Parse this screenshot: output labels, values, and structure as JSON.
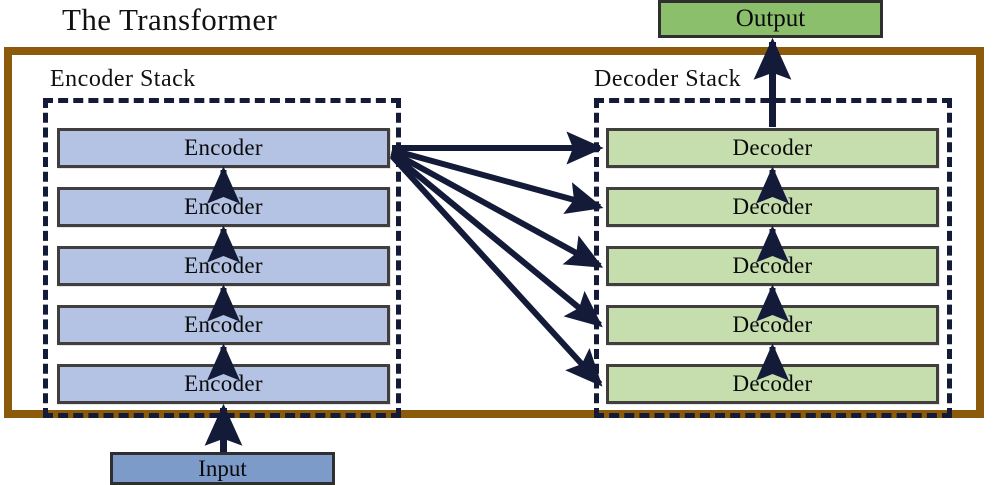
{
  "diagram": {
    "title": "The Transformer",
    "type": "architecture-block-diagram"
  },
  "labels": {
    "encoder_stack": "Encoder Stack",
    "decoder_stack": "Decoder Stack"
  },
  "io": {
    "input": "Input",
    "output": "Output"
  },
  "encoder_stack": {
    "count": 5,
    "layers": [
      {
        "label": "Encoder"
      },
      {
        "label": "Encoder"
      },
      {
        "label": "Encoder"
      },
      {
        "label": "Encoder"
      },
      {
        "label": "Encoder"
      }
    ]
  },
  "decoder_stack": {
    "count": 5,
    "layers": [
      {
        "label": "Decoder"
      },
      {
        "label": "Decoder"
      },
      {
        "label": "Decoder"
      },
      {
        "label": "Decoder"
      },
      {
        "label": "Decoder"
      }
    ]
  },
  "connections": {
    "cross_attention_fan_count": 5,
    "cross_attention_source": "top-encoder",
    "cross_attention_targets": [
      "decoder-1",
      "decoder-2",
      "decoder-3",
      "decoder-4",
      "decoder-5"
    ],
    "encoder_chain": "bottom-to-top",
    "decoder_chain": "bottom-to-top",
    "input_to_encoder": "Input -> bottom Encoder",
    "decoder_to_output": "top Decoder -> Output"
  },
  "colors": {
    "outer_frame": "#8B5A0B",
    "dashed_border": "#131B38",
    "encoder_fill": "#B4C3E3",
    "decoder_fill": "#C6DDAE",
    "input_fill": "#7D9BC9",
    "output_fill": "#8CBF6B",
    "arrow": "#131B38",
    "box_stroke": "#403F3D",
    "text": "#0A0A0A",
    "background": "#FFFFFF"
  }
}
